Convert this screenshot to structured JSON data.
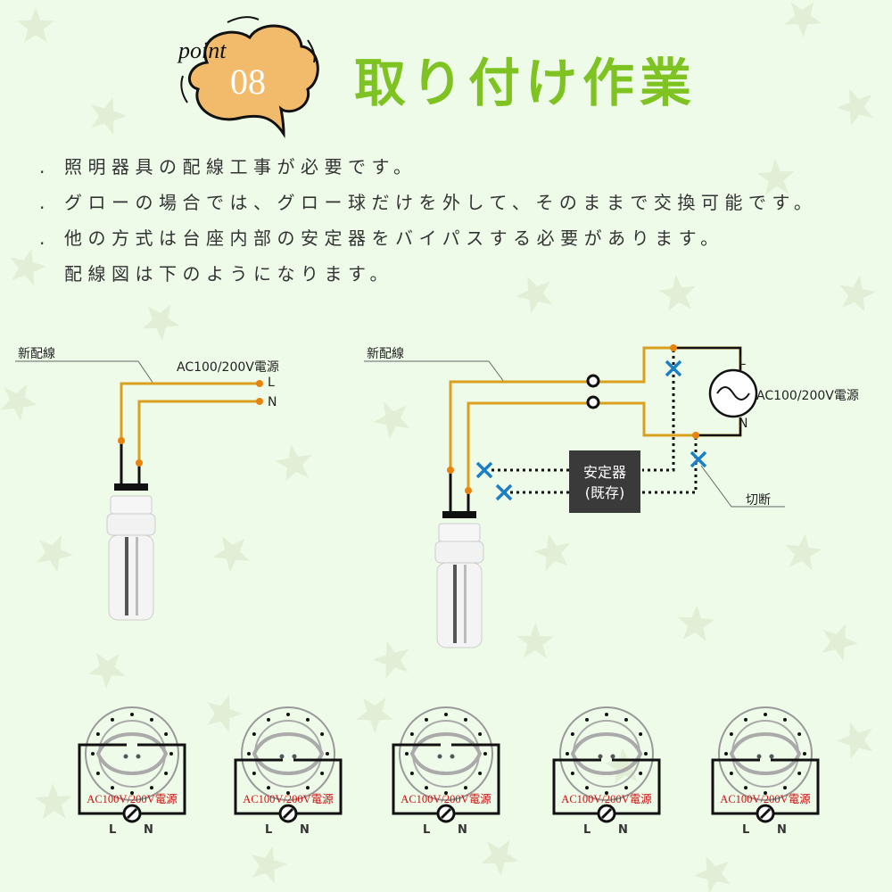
{
  "badge": {
    "point_label": "point",
    "number": "08"
  },
  "title": "取り付け作業",
  "notes": [
    {
      "bullet": ".",
      "text": "照明器具の配線工事が必要です。"
    },
    {
      "bullet": ".",
      "text": "グローの場合では、グロー球だけを外して、そのままで交換可能です。"
    },
    {
      "bullet": ".",
      "text": "他の方式は台座内部の安定器をバイパスする必要があります。"
    },
    {
      "bullet": "",
      "text": "配線図は下のようになります。"
    }
  ],
  "diagram_left": {
    "new_wiring": "新配線",
    "power": "AC100/200V電源",
    "l": "L",
    "n": "N"
  },
  "diagram_right": {
    "new_wiring": "新配線",
    "power": "AC100/200V電源",
    "l": "L",
    "n": "N",
    "ballast": [
      "安定器",
      "(既存)"
    ],
    "cut": "切断"
  },
  "socket_diagrams": [
    {
      "power": "AC100V/200V電源",
      "l": "L",
      "n": "N"
    },
    {
      "power": "AC100V/200V電源",
      "l": "L",
      "n": "N"
    },
    {
      "power": "AC100V/200V電源",
      "l": "L",
      "n": "N"
    },
    {
      "power": "AC100V/200V電源",
      "l": "L",
      "n": "N"
    },
    {
      "power": "AC100V/200V電源",
      "l": "L",
      "n": "N"
    }
  ],
  "colors": {
    "background": "#eefbe9",
    "title": "#7ec321",
    "wire": "#d9a020",
    "node": "#e8830f",
    "cut_mark": "#1a7fc8",
    "badge": "#f2bb6c",
    "socket_label": "#cc1111"
  }
}
